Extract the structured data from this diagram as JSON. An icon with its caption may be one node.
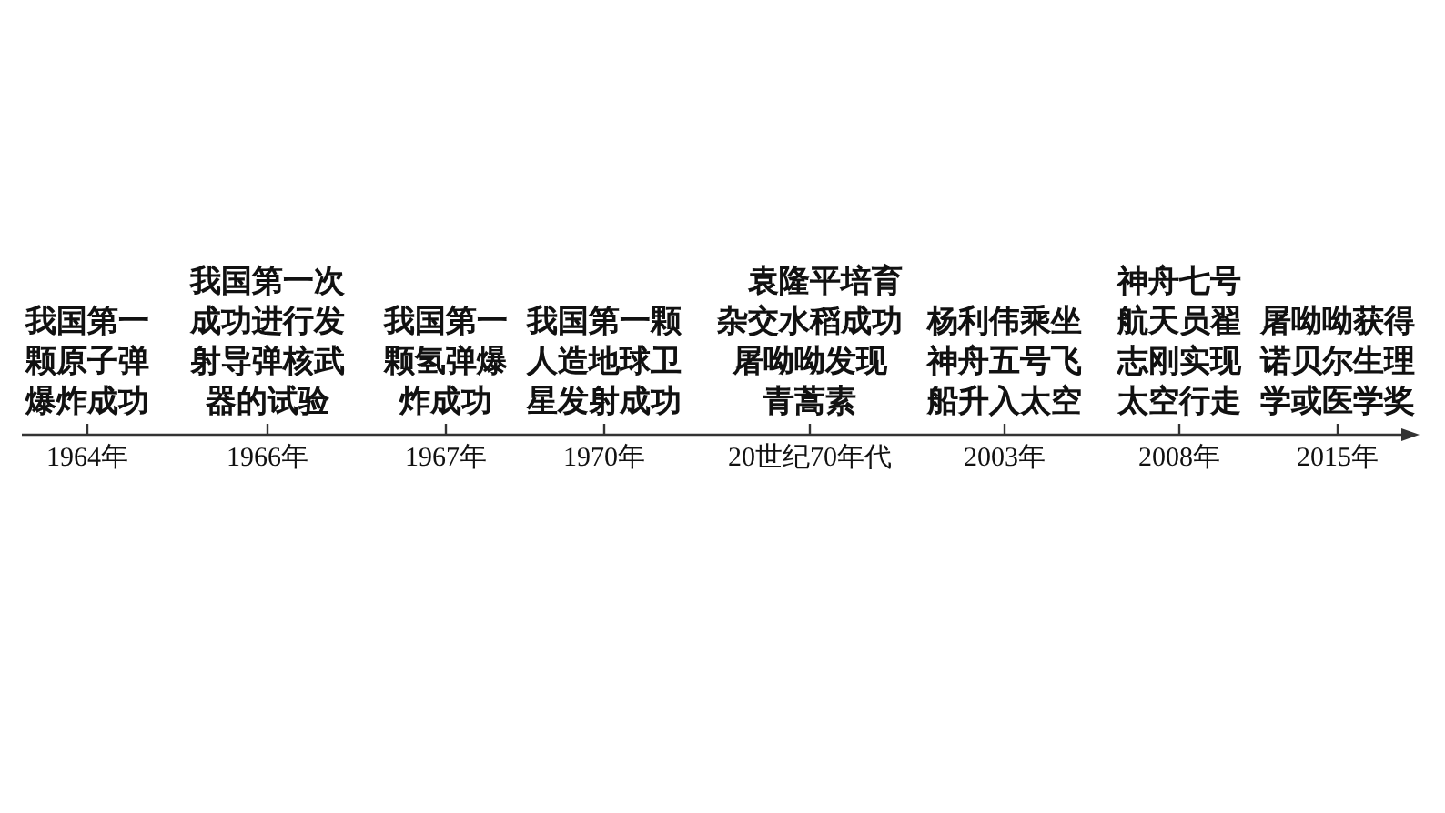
{
  "diagram": {
    "labels": [
      "我国第一颗原子弹爆炸成功",
      "1964年",
      "我国第一次成功进行发射导弹核武器的试验",
      "1966年",
      "我国第一颗氢弹爆炸成功",
      "1967年",
      "我国第一颗人造地球卫星发射成功",
      "1970年",
      "袁隆平培育杂交水稻成功",
      "屠呦呦发现青蒿素",
      "20世纪70年代",
      "杨利伟乘坐神舟五号飞船升入太空",
      "2003年",
      "神舟七号航天员翟志刚实现太空行走",
      "2008年",
      "屠呦呦获得诺贝尔生理学或医学奖",
      "2015年"
    ]
  }
}
